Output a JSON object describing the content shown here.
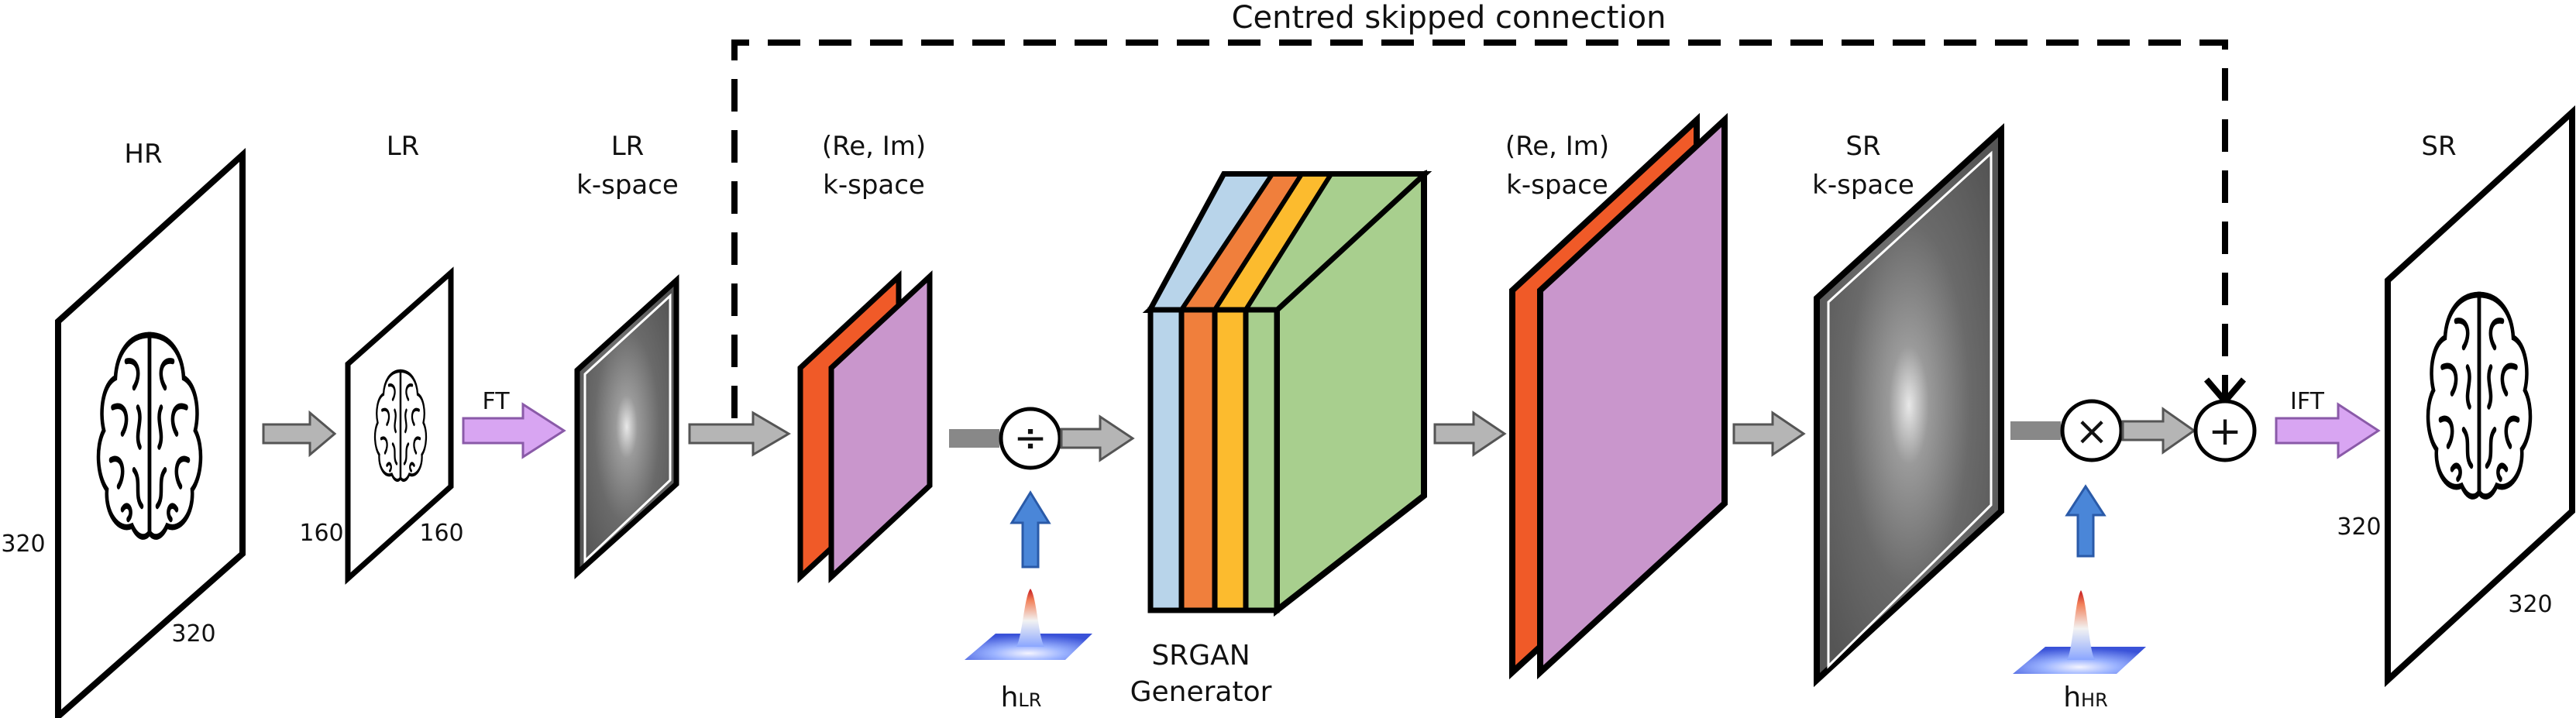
{
  "skip_connection": {
    "label": "Centred skipped connection"
  },
  "stages": {
    "hr": {
      "title": "HR",
      "dim_side": "320",
      "dim_bottom": "320"
    },
    "lr": {
      "title": "LR",
      "dim_side": "160",
      "dim_bottom": "160"
    },
    "lr_kspace": {
      "title_line1": "LR",
      "title_line2": "k-space"
    },
    "reim_in": {
      "title_line1": "(Re, Im)",
      "title_line2": "k-space"
    },
    "generator": {
      "title_line1": "SRGAN",
      "title_line2": "Generator"
    },
    "reim_out": {
      "title_line1": "(Re, Im)",
      "title_line2": "k-space"
    },
    "sr_kspace": {
      "title_line1": "SR",
      "title_line2": "k-space"
    },
    "sr": {
      "title": "SR",
      "dim_side": "320",
      "dim_bottom": "320"
    }
  },
  "operators": {
    "ft": "FT",
    "ift": "IFT",
    "divide": "÷",
    "multiply": "×",
    "add": "+",
    "h_lr": {
      "base": "h",
      "sub": "LR"
    },
    "h_hr": {
      "base": "h",
      "sub": "HR"
    }
  },
  "colors": {
    "real_plane": "#f05a28",
    "imag_plane": "#c996cc",
    "gen_blue": "#b8d4ea",
    "gen_orange": "#f07f3c",
    "gen_yellow": "#fcbb2e",
    "gen_green": "#a8cf8e",
    "fourier_arrow": "#d8a5f2",
    "gray_arrow": "#b5b5b5",
    "up_arrow": "#4a86d8"
  }
}
